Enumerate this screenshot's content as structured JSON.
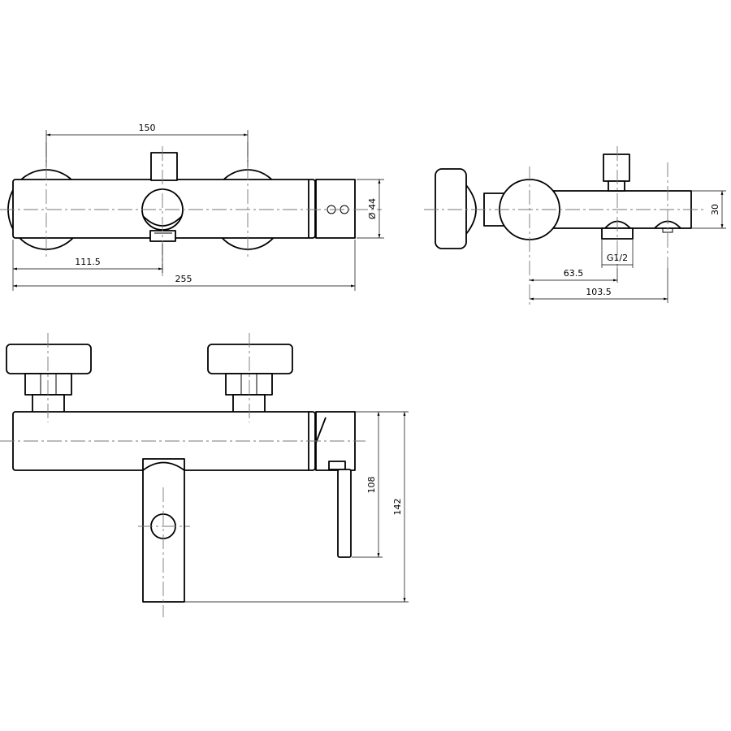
{
  "dimensions": {
    "top_view": {
      "handle_spacing": "150",
      "spout_offset": "111.5",
      "overall_width": "255",
      "cap_diameter": "Ø 44"
    },
    "side_view": {
      "body_height": "30",
      "outlet_offset": "63.5",
      "outlet_thread": "G1/2",
      "projection": "103.5"
    },
    "front_view": {
      "lever_height": "108",
      "overall_height": "142"
    }
  },
  "colors": {
    "line": "#000000",
    "centerline": "#777777",
    "background": "#ffffff"
  }
}
